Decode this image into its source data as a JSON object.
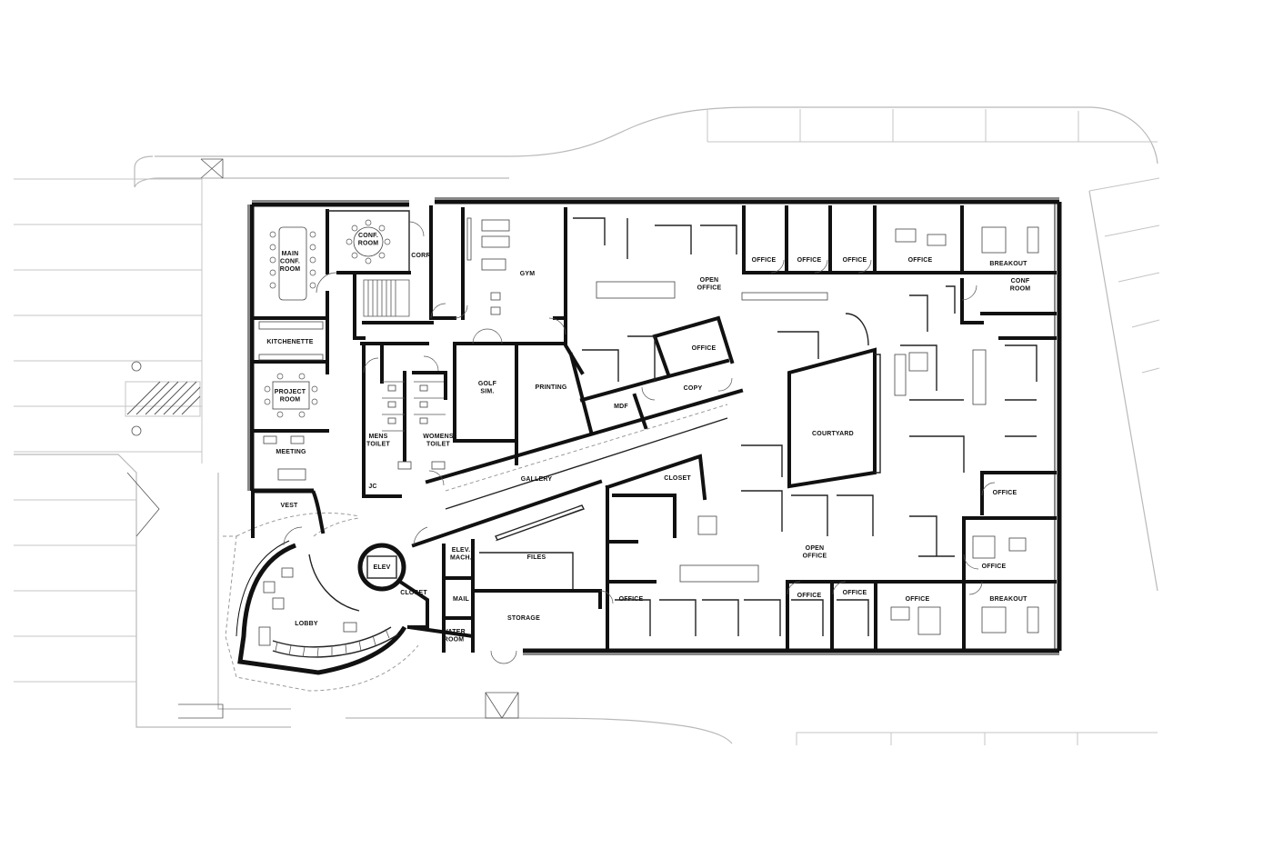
{
  "rooms": [
    {
      "lines": [
        "MAIN",
        "CONF.",
        "ROOM"
      ]
    },
    {
      "lines": [
        "CONF.",
        "ROOM"
      ]
    },
    {
      "lines": [
        "CORR"
      ]
    },
    {
      "lines": [
        "GYM"
      ]
    },
    {
      "lines": [
        "KITCHENETTE"
      ]
    },
    {
      "lines": [
        "PROJECT",
        "ROOM"
      ]
    },
    {
      "lines": [
        "MEETING"
      ]
    },
    {
      "lines": [
        "MENS",
        "TOILET"
      ]
    },
    {
      "lines": [
        "WOMENS",
        "TOILET"
      ]
    },
    {
      "lines": [
        "JC"
      ]
    },
    {
      "lines": [
        "GOLF",
        "SIM."
      ]
    },
    {
      "lines": [
        "PRINTING"
      ]
    },
    {
      "lines": [
        "MDF"
      ]
    },
    {
      "lines": [
        "COPY"
      ]
    },
    {
      "lines": [
        "OFFICE"
      ]
    },
    {
      "lines": [
        "GALLERY"
      ]
    },
    {
      "lines": [
        "CLOSET"
      ]
    },
    {
      "lines": [
        "VEST"
      ]
    },
    {
      "lines": [
        "LOBBY"
      ]
    },
    {
      "lines": [
        "ELEV"
      ]
    },
    {
      "lines": [
        "CLOSET"
      ]
    },
    {
      "lines": [
        "ELEV.",
        "MACH."
      ]
    },
    {
      "lines": [
        "FILES"
      ]
    },
    {
      "lines": [
        "MAIL"
      ]
    },
    {
      "lines": [
        "STORAGE"
      ]
    },
    {
      "lines": [
        "WATER",
        "ROOM"
      ]
    },
    {
      "lines": [
        "OPEN",
        "OFFICE"
      ]
    },
    {
      "lines": [
        "OFFICE"
      ]
    },
    {
      "lines": [
        "OFFICE"
      ]
    },
    {
      "lines": [
        "OFFICE"
      ]
    },
    {
      "lines": [
        "OFFICE"
      ]
    },
    {
      "lines": [
        "BREAKOUT"
      ]
    },
    {
      "lines": [
        "CONF",
        "ROOM"
      ]
    },
    {
      "lines": [
        "COURTYARD"
      ]
    },
    {
      "lines": [
        "OFFICE"
      ]
    },
    {
      "lines": [
        "OFFICE"
      ]
    },
    {
      "lines": [
        "OPEN",
        "OFFICE"
      ]
    },
    {
      "lines": [
        "OFFICE"
      ]
    },
    {
      "lines": [
        "OFFICE"
      ]
    },
    {
      "lines": [
        "OFFICE"
      ]
    },
    {
      "lines": [
        "OFFICE"
      ]
    },
    {
      "lines": [
        "BREAKOUT"
      ]
    }
  ],
  "icons": {
    "accessible_parking_symbol": "accessible-parking-icon"
  }
}
